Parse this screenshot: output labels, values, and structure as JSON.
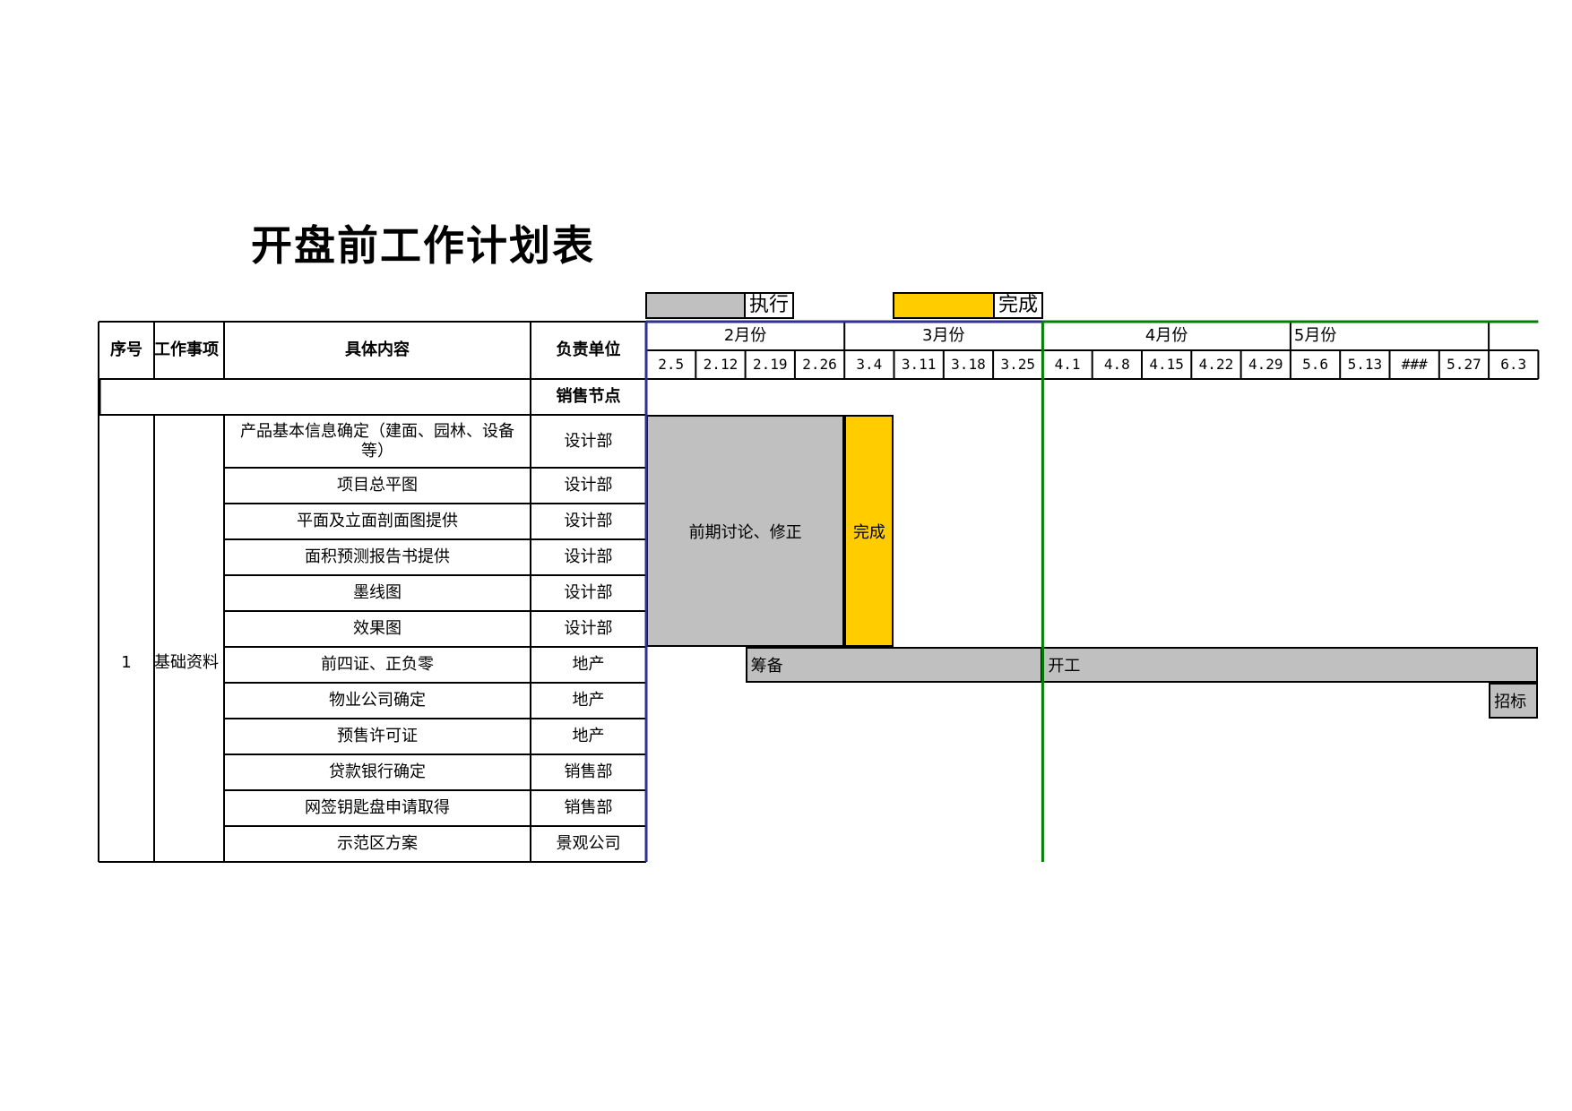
{
  "title": "开盘前工作计划表",
  "legend": {
    "exec_label": "执行",
    "done_label": "完成"
  },
  "headers": {
    "seq": "序号",
    "item": "工作事项",
    "content": "具体内容",
    "unit": "负责单位"
  },
  "months": [
    "2月份",
    "3月份",
    "4月份",
    "5月份"
  ],
  "weeks": [
    "2.5",
    "2.12",
    "2.19",
    "2.26",
    "3.4",
    "3.11",
    "3.18",
    "3.25",
    "4.1",
    "4.8",
    "4.15",
    "4.22",
    "4.29",
    "5.6",
    "5.13",
    "###",
    "5.27",
    "6.3"
  ],
  "section": {
    "label": "销售节点"
  },
  "group": {
    "seq": "1",
    "name": "基础资料"
  },
  "rows": [
    {
      "content": "产品基本信息确定（建面、园林、设备等）",
      "unit": "设计部"
    },
    {
      "content": "项目总平图",
      "unit": "设计部"
    },
    {
      "content": "平面及立面剖面图提供",
      "unit": "设计部"
    },
    {
      "content": "面积预测报告书提供",
      "unit": "设计部"
    },
    {
      "content": "墨线图",
      "unit": "设计部"
    },
    {
      "content": "效果图",
      "unit": "设计部"
    },
    {
      "content": "前四证、正负零",
      "unit": "地产"
    },
    {
      "content": "物业公司确定",
      "unit": "地产"
    },
    {
      "content": "预售许可证",
      "unit": "地产"
    },
    {
      "content": "贷款银行确定",
      "unit": "销售部"
    },
    {
      "content": "网签钥匙盘申请取得",
      "unit": "销售部"
    },
    {
      "content": "示范区方案",
      "unit": "景观公司"
    }
  ],
  "bars": {
    "discuss": "前期讨论、修正",
    "done": "完成",
    "prep": "筹备",
    "start": "开工",
    "tender": "招标"
  },
  "colors": {
    "gray": "#c0c0c0",
    "gold": "#ffcc00",
    "navy": "#2e3192",
    "green": "#008000"
  }
}
